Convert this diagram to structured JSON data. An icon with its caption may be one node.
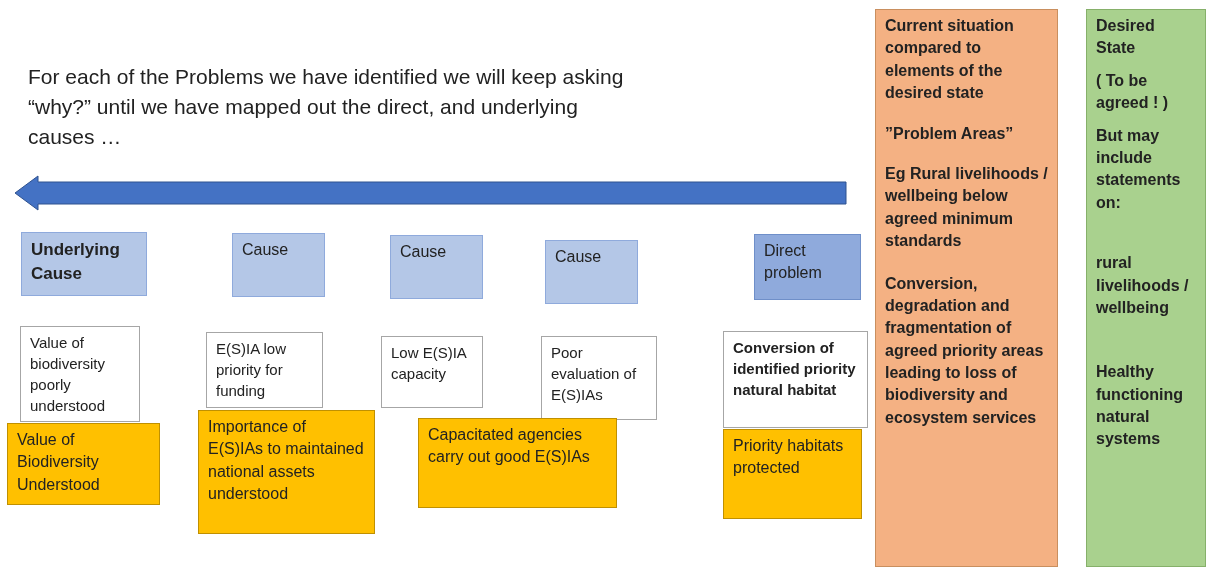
{
  "diagram": {
    "nodes": [
      {
        "text": [
          "Underlying Cause"
        ]
      },
      {
        "text": [
          "Cause"
        ]
      },
      {
        "text": [
          "Cause"
        ]
      },
      {
        "text": [
          "Cause"
        ]
      },
      {
        "text": [
          "Direct problem"
        ]
      },
      {
        "text": [
          "Value of biodiversity poorly understood"
        ]
      },
      {
        "text": [
          "E(S)IA low priority for funding"
        ]
      },
      {
        "text": [
          "Low E(S)IA capacity"
        ]
      },
      {
        "text": [
          "Poor evaluation of E(S)IAs"
        ]
      },
      {
        "text": [
          "Conversion of identified priority natural habitat"
        ]
      },
      {
        "text": [
          "Value of Biodiversity Understood"
        ]
      },
      {
        "text": [
          "Importance of E(S)IAs to maintained national assets understood"
        ]
      },
      {
        "text": [
          "Capacitated agencies carry out good E(S)IAs"
        ]
      },
      {
        "text": [
          "Priority habitats protected"
        ]
      },
      {
        "text": [
          "Current situation compared to elements of the desired state",
          "”Problem Areas”",
          "Eg Rural livelihoods / wellbeing below agreed minimum standards",
          "Conversion, degradation and fragmentation of agreed priority areas leading to loss of biodiversity and ecosystem services"
        ]
      },
      {
        "text": [
          "Desired State",
          "( To be agreed ! )",
          "But may include statements on:",
          "rural livelihoods / wellbeing",
          "Healthy functioning natural systems"
        ]
      }
    ],
    "edges": [],
    "labels": [
      "For each of the Problems we have identified we will keep asking “why?” until we have mapped out the direct, and underlying causes …"
    ]
  }
}
